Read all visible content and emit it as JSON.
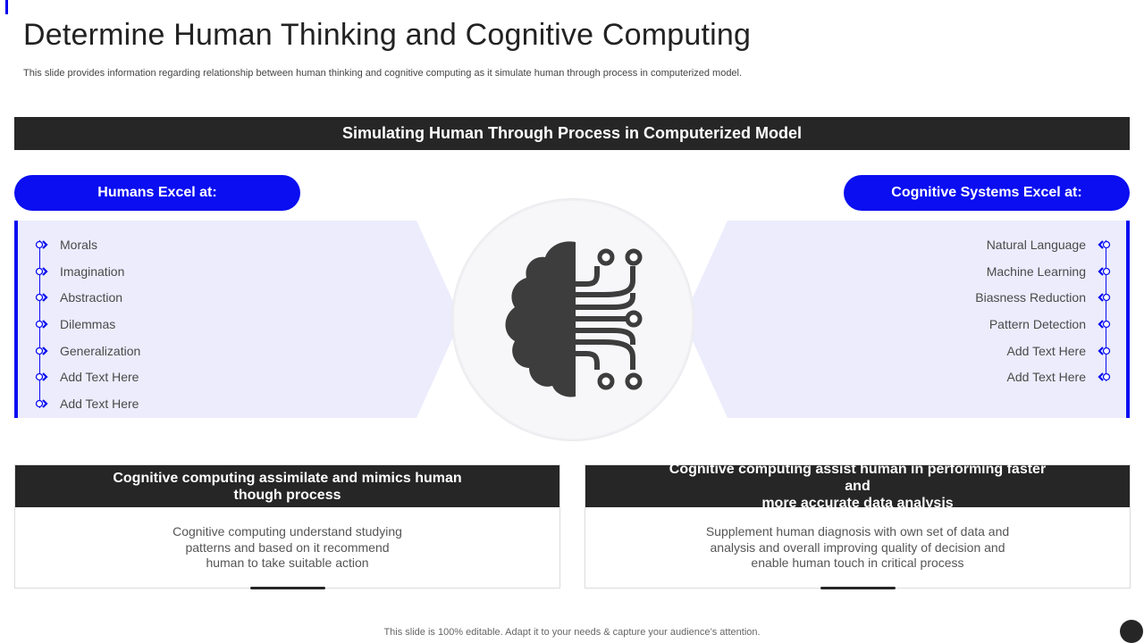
{
  "title": "Determine Human Thinking and Cognitive Computing",
  "subtitle": "This slide provides information regarding relationship between human thinking and cognitive computing as it simulate human through process in computerized model.",
  "banner": "Simulating Human Through Process in Computerized Model",
  "left": {
    "heading": "Humans Excel at:",
    "items": [
      "Morals",
      "Imagination",
      "Abstraction",
      "Dilemmas",
      "Generalization",
      "Add Text Here",
      "Add Text Here"
    ]
  },
  "right": {
    "heading": "Cognitive Systems Excel at:",
    "items": [
      "Natural Language",
      "Machine Learning",
      "Biasness Reduction",
      "Pattern Detection",
      "Add Text Here",
      "Add Text Here"
    ]
  },
  "center_icon": "brain-circuit-icon",
  "cards": [
    {
      "title_lines": [
        "Cognitive computing assimilate and mimics human",
        "though process"
      ],
      "body_lines": [
        "Cognitive computing understand studying",
        "patterns and based on it recommend",
        "human to take suitable action"
      ]
    },
    {
      "title_lines": [
        "Cognitive computing assist  human in performing faster and",
        "more accurate data analysis"
      ],
      "body_lines": [
        "Supplement human diagnosis with own set of data and",
        "analysis and overall improving quality of decision and",
        "enable human touch in critical process"
      ]
    }
  ],
  "footer": "This slide is 100% editable. Adapt it to your needs & capture your audience’s attention.",
  "colors": {
    "accent": "#0a0ef0",
    "dark": "#262626",
    "panel": "#ececfd"
  }
}
